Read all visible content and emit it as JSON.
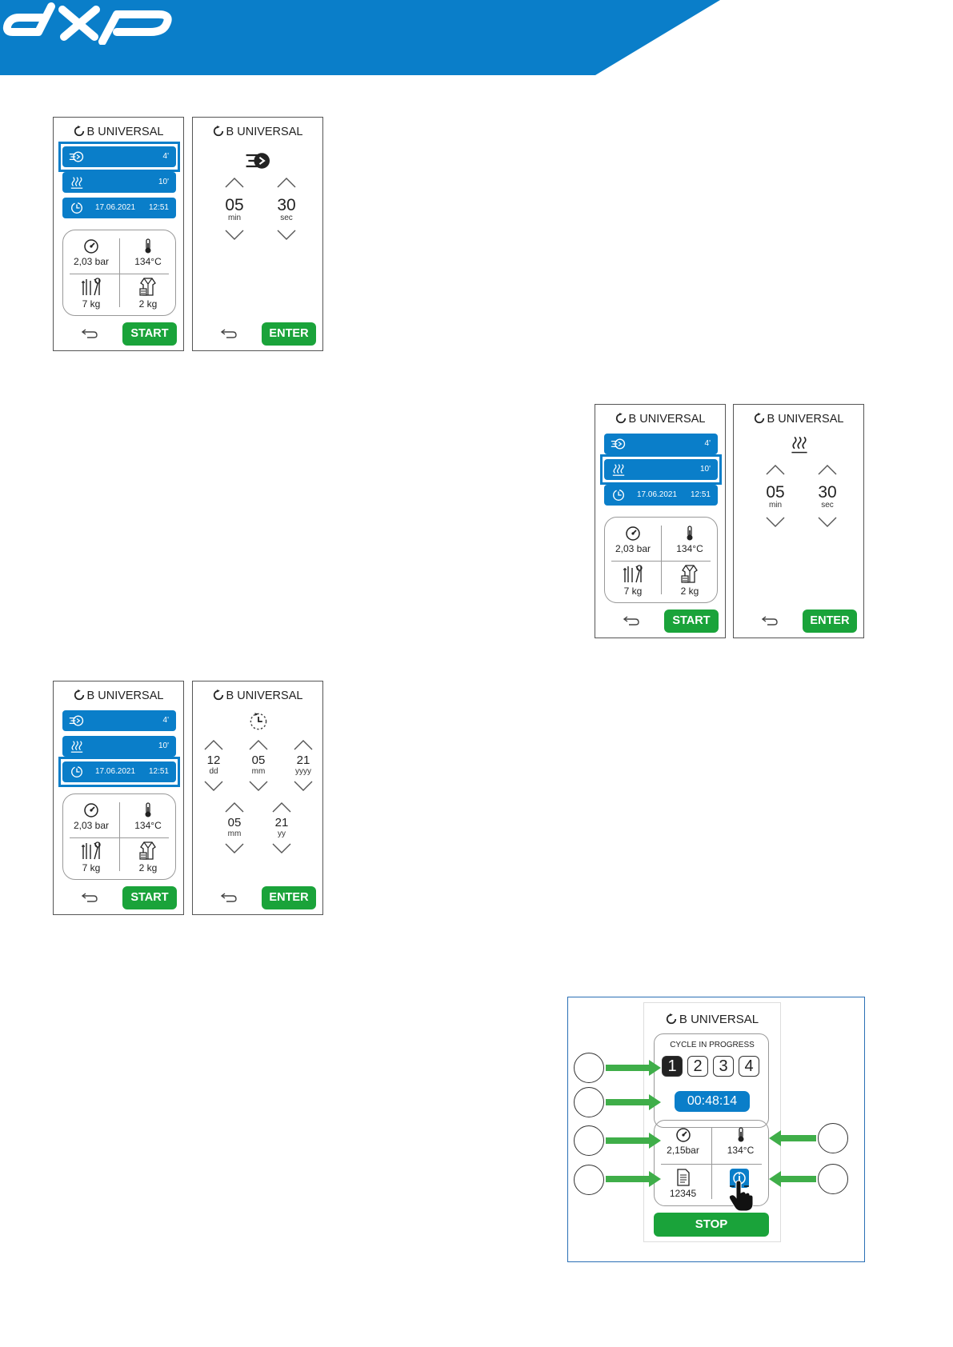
{
  "brand": {
    "name": "dxp",
    "color": "#0a7ec9"
  },
  "colors": {
    "accent": "#0a7ec9",
    "start": "#1aa33a",
    "arrow": "#3fae49"
  },
  "program_name": "B UNIVERSAL",
  "menu": {
    "prevacuum_value": "4'",
    "drying_value": "10'",
    "date": "17.06.2021",
    "time": "12:51"
  },
  "status_panel": {
    "pressure": "2,03 bar",
    "temperature": "134°C",
    "load_instruments": "7 kg",
    "load_textiles": "2 kg"
  },
  "buttons": {
    "start": "START",
    "enter": "ENTER",
    "stop": "STOP"
  },
  "time_setting": {
    "minutes": "05",
    "minutes_unit": "min",
    "seconds": "30",
    "seconds_unit": "sec"
  },
  "date_setting": {
    "day": "12",
    "day_unit": "dd",
    "month": "05",
    "month_unit": "mm",
    "year": "21",
    "year_unit": "yyyy",
    "hour": "05",
    "hour_unit": "mm",
    "minute": "21",
    "minute_unit": "yy"
  },
  "cycle": {
    "heading": "CYCLE IN PROGRESS",
    "phases": [
      "1",
      "2",
      "3",
      "4"
    ],
    "active_phase": "1",
    "elapsed": "00:48:14",
    "pressure": "2,15bar",
    "temperature": "134°C",
    "cycle_number": "12345"
  },
  "icons": [
    "cycle-icon",
    "prevacuum-icon",
    "drying-icon",
    "clock-icon",
    "gauge-icon",
    "thermometer-icon",
    "instruments-icon",
    "textile-icon",
    "back-arrow-icon",
    "chevron-up-icon",
    "chevron-down-icon",
    "document-icon",
    "info-icon",
    "hand-pointer-icon"
  ]
}
